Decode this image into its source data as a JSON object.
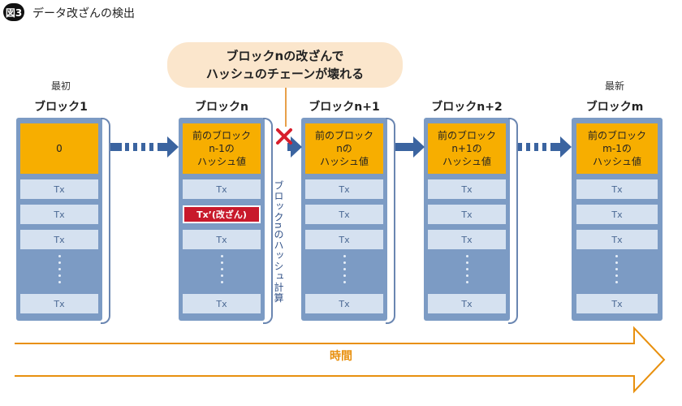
{
  "figure": {
    "badge": "図3",
    "title": "データ改ざんの検出"
  },
  "callout": {
    "line1": "ブロックnの改ざんで",
    "line2": "ハッシュのチェーンが壊れる"
  },
  "timeline": {
    "label": "時間"
  },
  "hash_calc_label": "ブロックnのハッシュ計算",
  "blocks": [
    {
      "sublabel": "最初",
      "title": "ブロック1",
      "hash": [
        "0"
      ],
      "tx": [
        "Tx",
        "Tx",
        "Tx",
        "Tx"
      ],
      "tampered": ""
    },
    {
      "sublabel": "",
      "title": "ブロックn",
      "hash": [
        "前のブロック",
        "n-1の",
        "ハッシュ値"
      ],
      "tx": [
        "Tx",
        "Tx",
        "Tx"
      ],
      "tampered": "Tx’(改ざん)"
    },
    {
      "sublabel": "",
      "title": "ブロックn+1",
      "hash": [
        "前のブロック",
        "nの",
        "ハッシュ値"
      ],
      "tx": [
        "Tx",
        "Tx",
        "Tx",
        "Tx"
      ],
      "tampered": ""
    },
    {
      "sublabel": "",
      "title": "ブロックn+2",
      "hash": [
        "前のブロック",
        "n+1の",
        "ハッシュ値"
      ],
      "tx": [
        "Tx",
        "Tx",
        "Tx",
        "Tx"
      ],
      "tampered": ""
    },
    {
      "sublabel": "最新",
      "title": "ブロックm",
      "hash": [
        "前のブロック",
        "m-1の",
        "ハッシュ値"
      ],
      "tx": [
        "Tx",
        "Tx",
        "Tx",
        "Tx"
      ],
      "tampered": ""
    }
  ],
  "colors": {
    "block": "#7c9bc4",
    "hash": "#f7ae00",
    "tx": "#d5e1f0",
    "tampered": "#c8192b",
    "arrow": "#3b64a0",
    "time": "#e8900e",
    "callout": "#fbe6cc",
    "broken": "#d81e2c"
  }
}
